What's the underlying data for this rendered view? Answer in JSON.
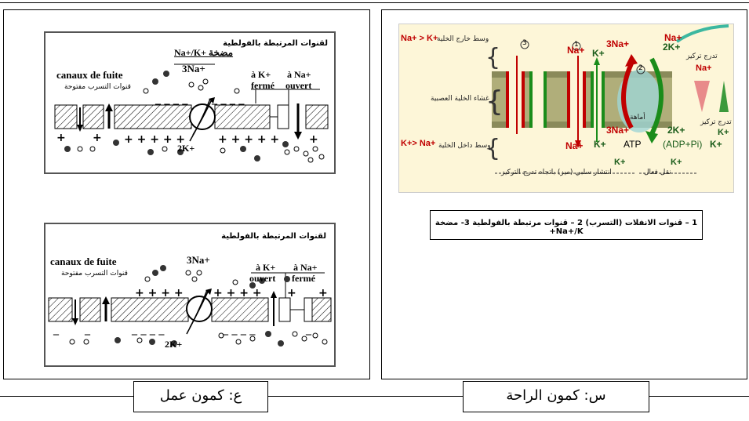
{
  "bottom_labels": {
    "left": "ع: كمون عمل",
    "right": "س: كمون الراحة"
  },
  "left_top": {
    "ar_title": "لقنوات المرتبطة بالفولطية",
    "pump": "Na+/K+ مضخة",
    "leak_fr": "canaux de fuite",
    "leak_ar": "قنوات التسرب مفتوحة",
    "na3": "3Na+",
    "k_label": "à K+",
    "k_state": "fermé",
    "na_label": "à Na+",
    "na_state": "ouvert",
    "k2": "2K+"
  },
  "left_bottom": {
    "ar_title": "لقنوات المرتبطة بالفولطية",
    "leak_fr": "canaux de fuite",
    "leak_ar": "قنوات التسرب مفتوحة",
    "na3": "3Na+",
    "k_label": "à K+",
    "k_state": "ouvert",
    "na_label": "à Na+",
    "na_state": "fermé",
    "k2": "2K+"
  },
  "right": {
    "na_gt_k": "Na+ > K+",
    "outside": "وسط خارج الخلية",
    "membrane": "غشاء الخلية العصبية",
    "k_gt_na": "K+> Na+",
    "inside": "وسط داخل الخلية",
    "num1": "1",
    "num2": "2",
    "num3": "3",
    "na_a": "Na+",
    "k_a": "K+",
    "na3": "3Na+",
    "na_top": "Na+",
    "k2_top": "2K+",
    "grad_title": "تدرج تركيز",
    "grad_na": "Na+",
    "grad_title2": "تدرج تركيز",
    "grad_k": "K+",
    "na_bot": "Na+",
    "k_bot": "K+",
    "na3_b": "3Na+",
    "atp": "ATP",
    "adp": "(ADP+Pi)",
    "k2_b": "2K+",
    "k_b2": "K+",
    "pump_ar": "أماهة",
    "passive": "انتشار سلبي (ميز) باتجاه تدرج التركيز",
    "active": "نقل فعال",
    "k_foot1": "K+",
    "k_foot2": "K+",
    "caption": "1 – قنوات الانفلات (التسرب)   2 – قنوات مرتبطة بالفولطية   3- مضخة Na+/K+"
  },
  "colors": {
    "green": "#1a8c1a",
    "red": "#c00000",
    "membrane": "#b0ae7a",
    "background": "#fdf6d8"
  }
}
